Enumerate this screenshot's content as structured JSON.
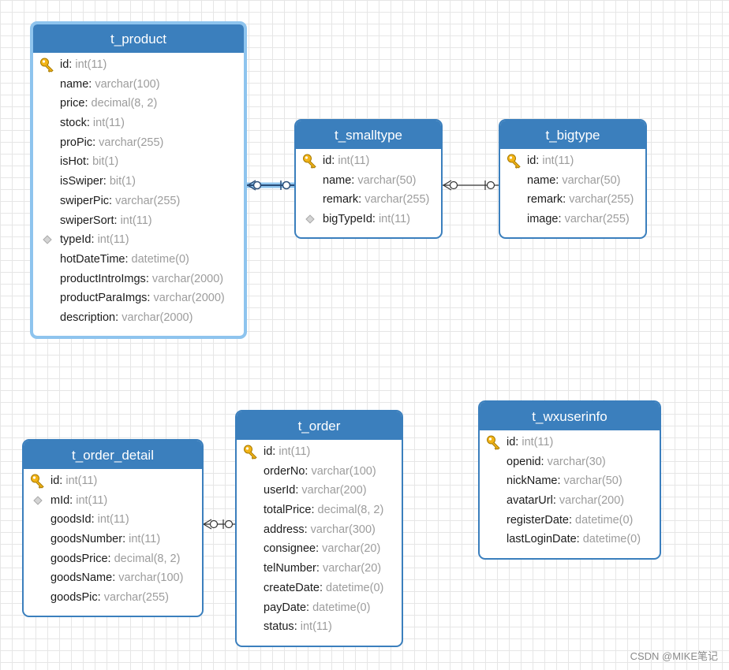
{
  "entities": [
    {
      "name": "t_product",
      "fields": [
        {
          "name": "id",
          "type": "int(11)",
          "key": "pk"
        },
        {
          "name": "name",
          "type": "varchar(100)",
          "key": ""
        },
        {
          "name": "price",
          "type": "decimal(8, 2)",
          "key": ""
        },
        {
          "name": "stock",
          "type": "int(11)",
          "key": ""
        },
        {
          "name": "proPic",
          "type": "varchar(255)",
          "key": ""
        },
        {
          "name": "isHot",
          "type": "bit(1)",
          "key": ""
        },
        {
          "name": "isSwiper",
          "type": "bit(1)",
          "key": ""
        },
        {
          "name": "swiperPic",
          "type": "varchar(255)",
          "key": ""
        },
        {
          "name": "swiperSort",
          "type": "int(11)",
          "key": ""
        },
        {
          "name": "typeId",
          "type": "int(11)",
          "key": "fk"
        },
        {
          "name": "hotDateTime",
          "type": "datetime(0)",
          "key": ""
        },
        {
          "name": "productIntroImgs",
          "type": "varchar(2000)",
          "key": ""
        },
        {
          "name": "productParaImgs",
          "type": "varchar(2000)",
          "key": ""
        },
        {
          "name": "description",
          "type": "varchar(2000)",
          "key": ""
        }
      ]
    },
    {
      "name": "t_smalltype",
      "fields": [
        {
          "name": "id",
          "type": "int(11)",
          "key": "pk"
        },
        {
          "name": "name",
          "type": "varchar(50)",
          "key": ""
        },
        {
          "name": "remark",
          "type": "varchar(255)",
          "key": ""
        },
        {
          "name": "bigTypeId",
          "type": "int(11)",
          "key": "fk"
        }
      ]
    },
    {
      "name": "t_bigtype",
      "fields": [
        {
          "name": "id",
          "type": "int(11)",
          "key": "pk"
        },
        {
          "name": "name",
          "type": "varchar(50)",
          "key": ""
        },
        {
          "name": "remark",
          "type": "varchar(255)",
          "key": ""
        },
        {
          "name": "image",
          "type": "varchar(255)",
          "key": ""
        }
      ]
    },
    {
      "name": "t_order_detail",
      "fields": [
        {
          "name": "id",
          "type": "int(11)",
          "key": "pk"
        },
        {
          "name": "mId",
          "type": "int(11)",
          "key": "fk"
        },
        {
          "name": "goodsId",
          "type": "int(11)",
          "key": ""
        },
        {
          "name": "goodsNumber",
          "type": "int(11)",
          "key": ""
        },
        {
          "name": "goodsPrice",
          "type": "decimal(8, 2)",
          "key": ""
        },
        {
          "name": "goodsName",
          "type": "varchar(100)",
          "key": ""
        },
        {
          "name": "goodsPic",
          "type": "varchar(255)",
          "key": ""
        }
      ]
    },
    {
      "name": "t_order",
      "fields": [
        {
          "name": "id",
          "type": "int(11)",
          "key": "pk"
        },
        {
          "name": "orderNo",
          "type": "varchar(100)",
          "key": ""
        },
        {
          "name": "userId",
          "type": "varchar(200)",
          "key": ""
        },
        {
          "name": "totalPrice",
          "type": "decimal(8, 2)",
          "key": ""
        },
        {
          "name": "address",
          "type": "varchar(300)",
          "key": ""
        },
        {
          "name": "consignee",
          "type": "varchar(20)",
          "key": ""
        },
        {
          "name": "telNumber",
          "type": "varchar(20)",
          "key": ""
        },
        {
          "name": "createDate",
          "type": "datetime(0)",
          "key": ""
        },
        {
          "name": "payDate",
          "type": "datetime(0)",
          "key": ""
        },
        {
          "name": "status",
          "type": "int(11)",
          "key": ""
        }
      ]
    },
    {
      "name": "t_wxuserinfo",
      "fields": [
        {
          "name": "id",
          "type": "int(11)",
          "key": "pk"
        },
        {
          "name": "openid",
          "type": "varchar(30)",
          "key": ""
        },
        {
          "name": "nickName",
          "type": "varchar(50)",
          "key": ""
        },
        {
          "name": "avatarUrl",
          "type": "varchar(200)",
          "key": ""
        },
        {
          "name": "registerDate",
          "type": "datetime(0)",
          "key": ""
        },
        {
          "name": "lastLoginDate",
          "type": "datetime(0)",
          "key": ""
        }
      ]
    }
  ],
  "relationships": [
    {
      "from": "t_product",
      "to": "t_smalltype",
      "from_end": "zero-or-many",
      "to_end": "zero-or-one"
    },
    {
      "from": "t_smalltype",
      "to": "t_bigtype",
      "from_end": "zero-or-many",
      "to_end": "zero-or-one"
    },
    {
      "from": "t_order_detail",
      "to": "t_order",
      "from_end": "zero-or-many",
      "to_end": "zero-or-one"
    }
  ],
  "selected_entity": "t_product",
  "colors": {
    "header": "#3b7fbd",
    "selection": "#8ec4ee",
    "key": "#f2b417",
    "type_text": "#9c9c9c",
    "field_text": "#1c1c1c"
  },
  "icons": {
    "pk": "key-icon",
    "fk": "diamond-icon"
  },
  "watermark": "CSDN @MIKE笔记"
}
